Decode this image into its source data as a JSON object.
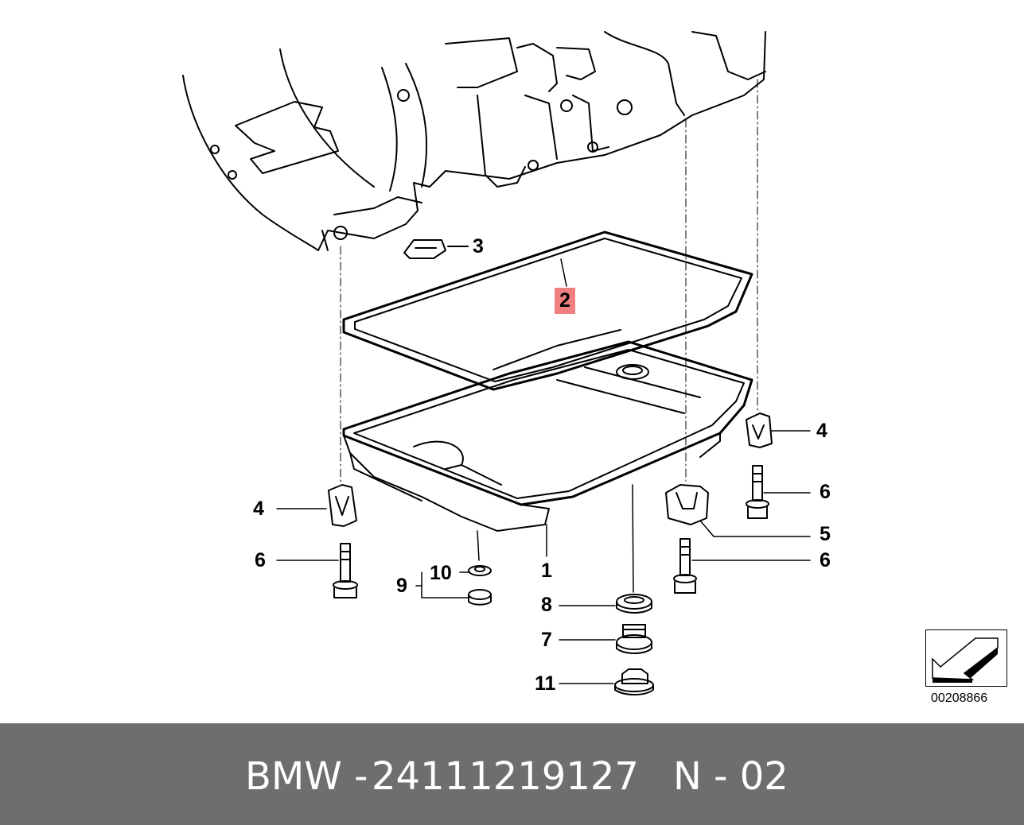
{
  "callouts": {
    "c1": "1",
    "c2": "2",
    "c3": "3",
    "c4_left": "4",
    "c4_right": "4",
    "c5": "5",
    "c6_left": "6",
    "c6_right_top": "6",
    "c6_right_bottom": "6",
    "c7": "7",
    "c8": "8",
    "c9": "9",
    "c10": "10",
    "c11": "11"
  },
  "highlight_color": "#f08080",
  "reference_number": "00208866",
  "footer": {
    "brand": "BMW -",
    "part_number": "24111219127",
    "code": "N - 02",
    "background": "#6e6e6e"
  },
  "icons": {
    "ref_icon": "arrow-down-left-icon"
  }
}
